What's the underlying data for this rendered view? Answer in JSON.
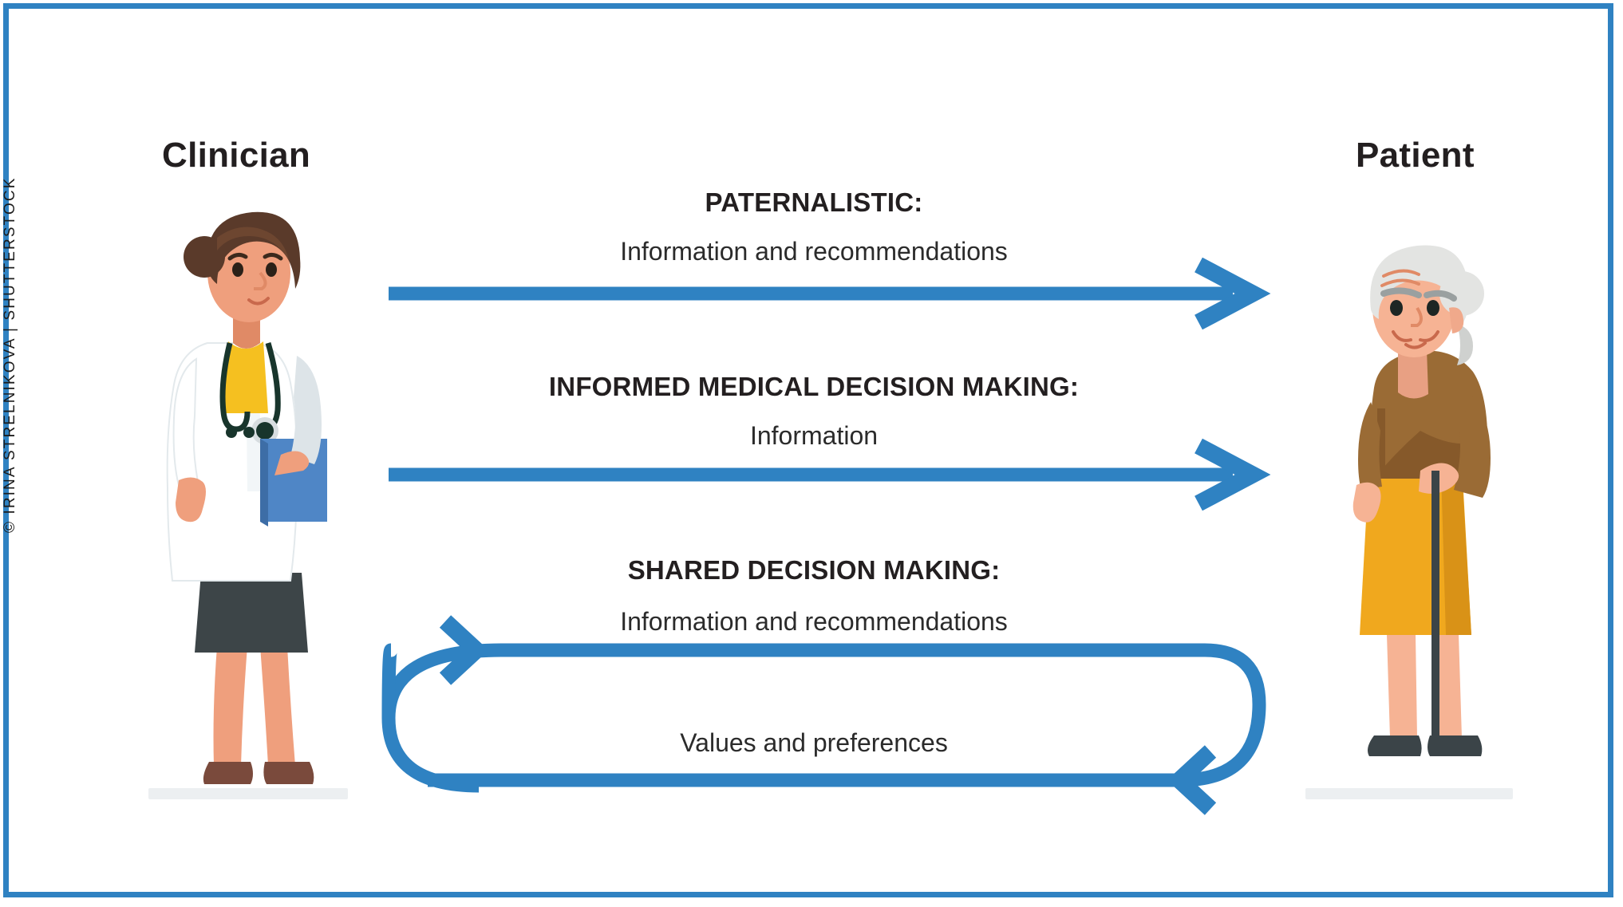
{
  "meta": {
    "credit": "© IRINA STRELNIKOVA | SHUTTERSTOCK",
    "border_color": "#2f82c2",
    "background": "#ffffff"
  },
  "roles": {
    "left": {
      "label": "Clinician",
      "figure": "female-clinician-icon"
    },
    "right": {
      "label": "Patient",
      "figure": "elderly-female-patient-icon"
    }
  },
  "flows": [
    {
      "id": "paternalistic",
      "title": "PATERNALISTIC:",
      "subtitle": "Information and recommendations",
      "direction": "clinician-to-patient",
      "arrow_count": 1
    },
    {
      "id": "informed-medical-decision-making",
      "title": "INFORMED MEDICAL DECISION MAKING:",
      "subtitle": "Information",
      "direction": "clinician-to-patient",
      "arrow_count": 1
    },
    {
      "id": "shared-decision-making",
      "title": "SHARED DECISION MAKING:",
      "subtitle": "Information and recommendations",
      "subtitle_return": "Values and preferences",
      "direction": "bidirectional-loop",
      "arrow_count": 2
    }
  ],
  "palette": {
    "arrow_blue": "#2f82c2",
    "text_dark": "#231f20",
    "coat_white": "#ffffff",
    "coat_shade": "#e8eef1",
    "skin": "#ef9f7d",
    "skin_light": "#f7b394",
    "hair_brown": "#5a3a2a",
    "hair_brown_light": "#6d4630",
    "shirt_yellow": "#f5c020",
    "clipboard_blue": "#4f86c6",
    "skirt_dark": "#3d4548",
    "shoe_brown": "#7a4a3c",
    "patient_hair": "#e3e4e2",
    "patient_hair_shade": "#cfd1cf",
    "sweater_brown": "#9a6b35",
    "sweater_brown_dark": "#86592a",
    "skirt_yellow": "#f0a81e",
    "skirt_yellow_dark": "#d99217",
    "patient_skin": "#f6b394",
    "shoe_dark": "#3b4448",
    "cane_dark": "#3b4448",
    "floor_grey": "#eceff1"
  }
}
